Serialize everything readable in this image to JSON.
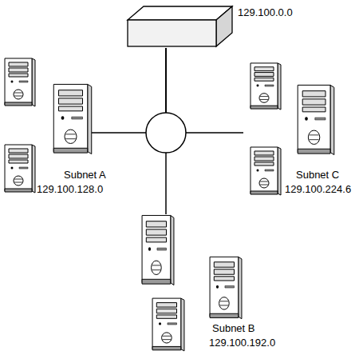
{
  "diagram": {
    "nodes": [
      {
        "text": [
          "129.100.0.0"
        ]
      },
      {
        "text": [
          "Subnet A",
          "129.100.128.0"
        ]
      },
      {
        "text": [
          "Subnet C",
          "129.100.224.6"
        ]
      },
      {
        "text": [
          "Subnet B",
          "129.100.192.0"
        ]
      }
    ],
    "edges": [
      {
        "from": 0,
        "to": 1,
        "arrow": "none"
      },
      {
        "from": 0,
        "to": 2,
        "arrow": "none"
      },
      {
        "from": 0,
        "to": 3,
        "arrow": "none"
      }
    ]
  }
}
